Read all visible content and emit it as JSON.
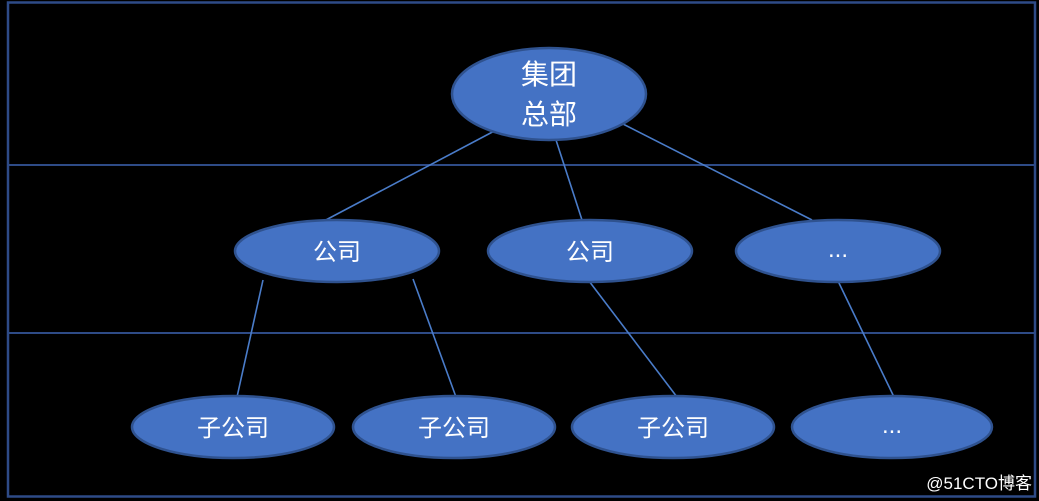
{
  "page": {
    "background_color": "#000000",
    "watermark": "@51CTO博客"
  },
  "diagram": {
    "type": "org-hierarchy",
    "colors": {
      "frame": "#2e4b87",
      "connector": "#4a7cc9",
      "node_fill": "#4472c4",
      "node_stroke": "#2f528f",
      "label_text": "#ffffff"
    },
    "levels": [
      {
        "index": 1,
        "name": "headquarters"
      },
      {
        "index": 2,
        "name": "companies"
      },
      {
        "index": 3,
        "name": "subsidiaries"
      }
    ],
    "nodes": [
      {
        "id": "hq",
        "level": 1,
        "label": "集团总部",
        "label_line1": "集团",
        "label_line2": "总部"
      },
      {
        "id": "company-1",
        "level": 2,
        "label": "公司"
      },
      {
        "id": "company-2",
        "level": 2,
        "label": "公司"
      },
      {
        "id": "company-more",
        "level": 2,
        "label": "..."
      },
      {
        "id": "subsidiary-1",
        "level": 3,
        "label": "子公司"
      },
      {
        "id": "subsidiary-2",
        "level": 3,
        "label": "子公司"
      },
      {
        "id": "subsidiary-3",
        "level": 3,
        "label": "子公司"
      },
      {
        "id": "subsidiary-more",
        "level": 3,
        "label": "..."
      }
    ],
    "edges": [
      {
        "from": "hq",
        "to": "company-1"
      },
      {
        "from": "hq",
        "to": "company-2"
      },
      {
        "from": "hq",
        "to": "company-more"
      },
      {
        "from": "company-1",
        "to": "subsidiary-1"
      },
      {
        "from": "company-1",
        "to": "subsidiary-2"
      },
      {
        "from": "company-2",
        "to": "subsidiary-3"
      },
      {
        "from": "company-more",
        "to": "subsidiary-more"
      }
    ]
  }
}
